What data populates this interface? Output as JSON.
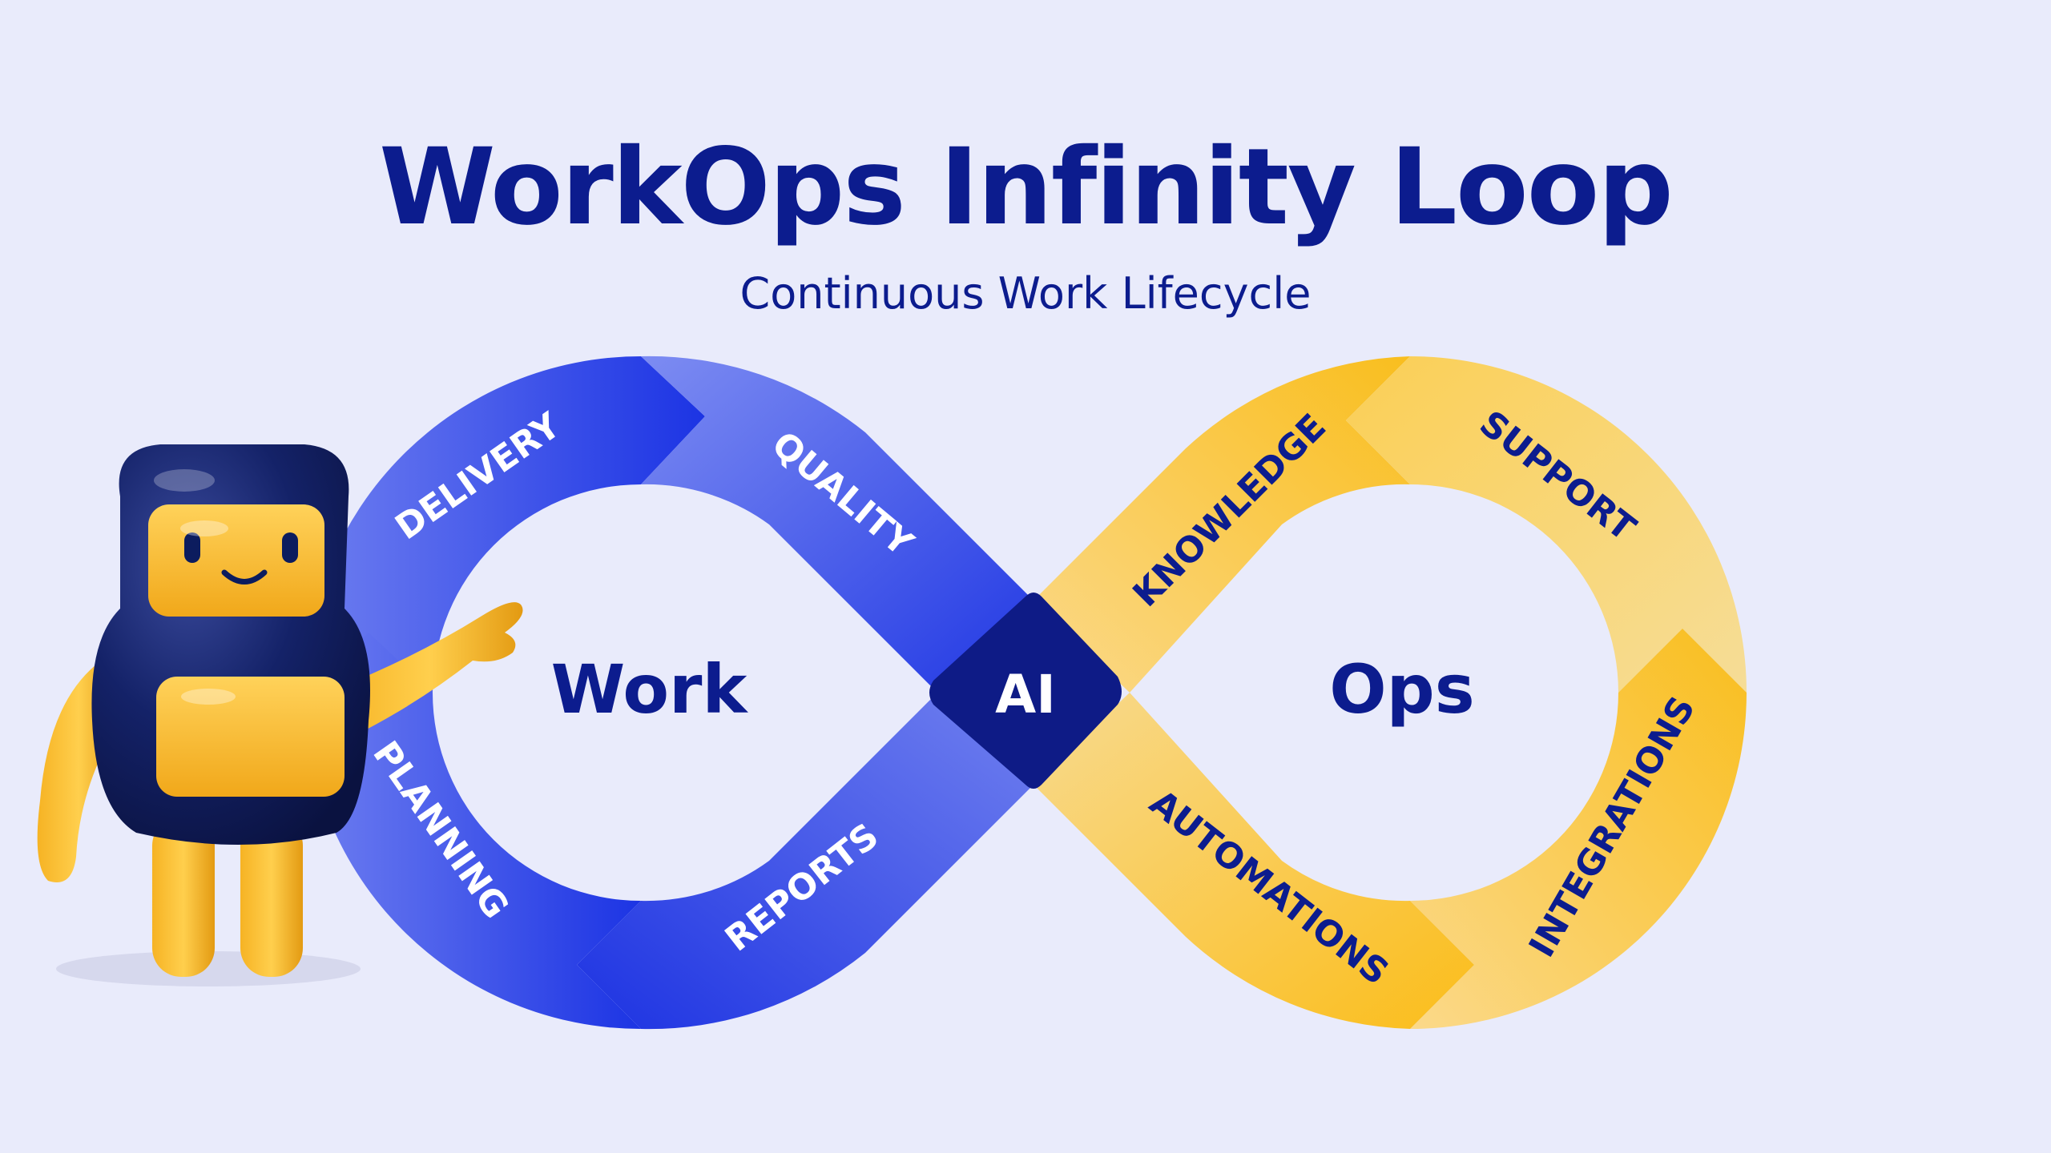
{
  "title": "WorkOps Infinity Loop",
  "subtitle": "Continuous Work Lifecycle",
  "center_label": "AI",
  "loops": {
    "work": {
      "label": "Work",
      "color": "#2f44e6",
      "text_color": "#ffffff"
    },
    "ops": {
      "label": "Ops",
      "color": "#f7c43a",
      "text_color": "#0c1c8e"
    }
  },
  "segments": {
    "delivery": "DELIVERY",
    "quality": "QUALITY",
    "reports": "REPORTS",
    "planning": "PLANNING",
    "knowledge": "KNOWLEDGE",
    "support": "SUPPORT",
    "integrations": "INTEGRATIONS",
    "automations": "AUTOMATIONS"
  },
  "mascot": {
    "icon": "robot-mascot-icon"
  }
}
